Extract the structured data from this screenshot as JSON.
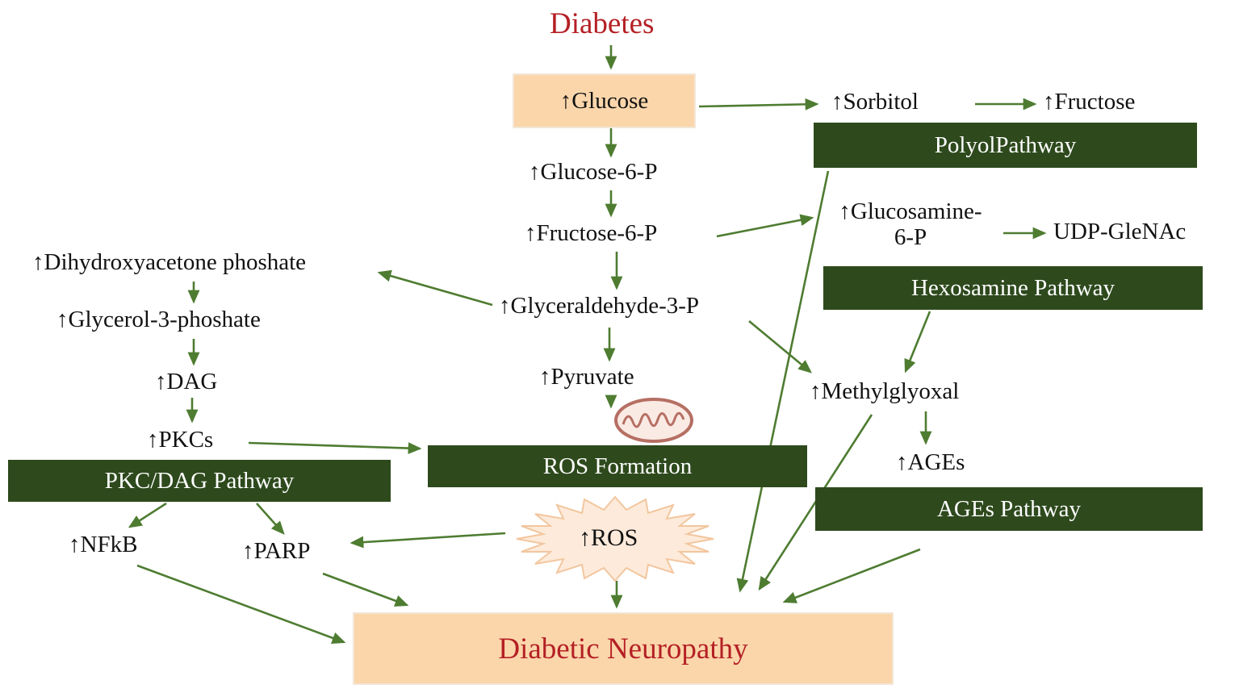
{
  "colors": {
    "banner_green": "#2e4a1d",
    "arrow_green": "#4e7c31",
    "box_orange_bg": "#fbd6ab",
    "accent_red": "#b42025",
    "starburst_fill": "#fdeada",
    "mitochondria_stroke": "#b66f63"
  },
  "nodes": {
    "diabetes": "Diabetes",
    "glucose": "↑Glucose",
    "sorbitol": "↑Sorbitol",
    "fructose": "↑Fructose",
    "glucose_6_p": "↑Glucose-6-P",
    "fructose_6_p": "↑Fructose-6-P",
    "glucosamine_line1": "↑Glucosamine-",
    "glucosamine_line2": "6-P",
    "udp_glenac": "UDP-GleNAc",
    "dihydroxyacetone": "↑Dihydroxyacetone phoshate",
    "glycerol_3_phosphate": "↑Glycerol-3-phoshate",
    "dag": "↑DAG",
    "pkcs": "↑PKCs",
    "glyceraldehyde_3_p": "↑Glyceraldehyde-3-P",
    "pyruvate": "↑Pyruvate",
    "methylglyoxal": "↑Methylglyoxal",
    "ages": "↑AGEs",
    "ros": "↑ROS",
    "nfkb": "↑NFkB",
    "parp": "↑PARP",
    "diabetic_neuropathy": "Diabetic Neuropathy"
  },
  "banners": {
    "polyol": "PolyolPathway",
    "hexosamine": "Hexosamine Pathway",
    "pkc_dag": "PKC/DAG Pathway",
    "ros_formation": "ROS Formation",
    "ages": "AGEs Pathway"
  }
}
